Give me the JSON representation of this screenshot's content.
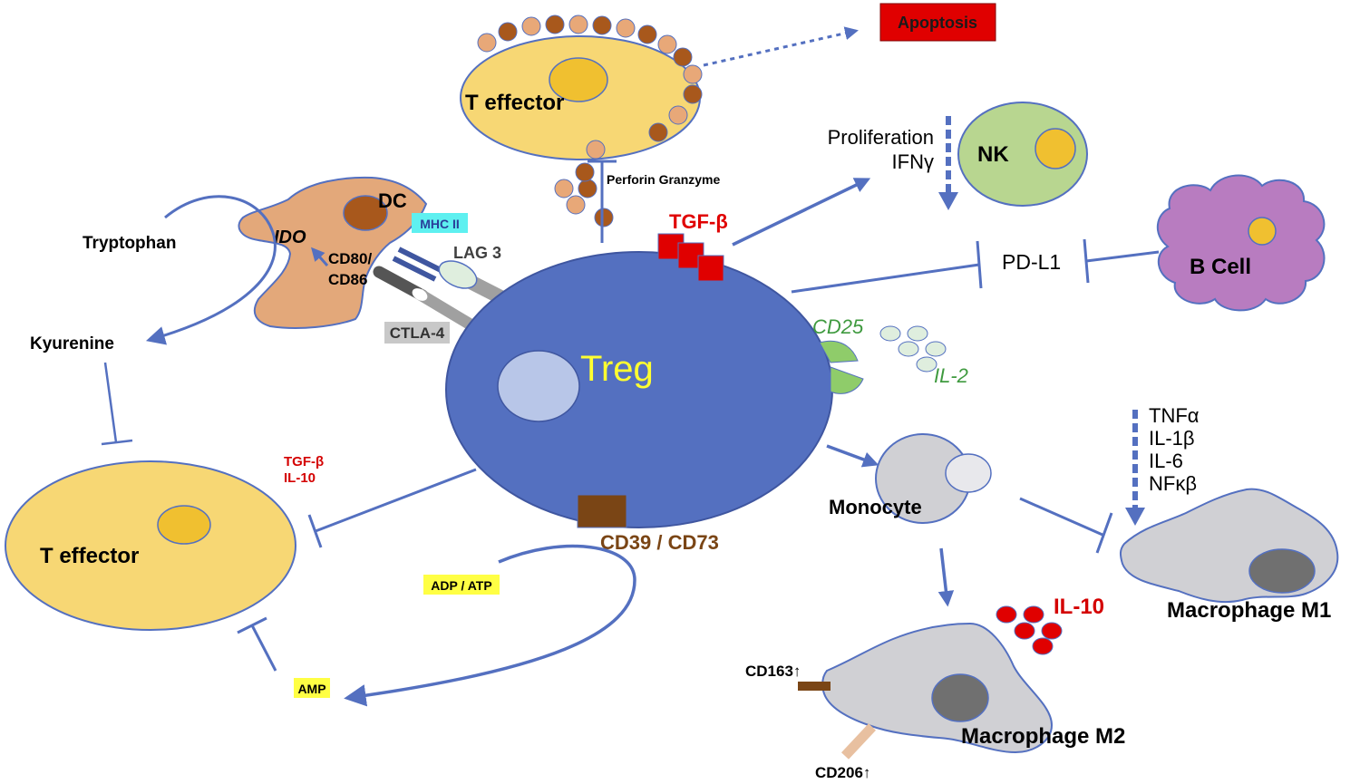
{
  "labels": {
    "apoptosis": "Apoptosis",
    "t_effector_top": "T effector",
    "perforin_granzyme": "Perforin Granzyme",
    "proliferation": "Proliferation",
    "ifn_gamma": "IFNγ",
    "nk": "NK",
    "dc": "DC",
    "ido": "IDO",
    "mhc_ii": "MHC II",
    "lag3": "LAG 3",
    "cd80": "CD80/",
    "cd86": "CD86",
    "ctla4": "CTLA-4",
    "tryptophan": "Tryptophan",
    "kyurenine": "Kyurenine",
    "tgf_beta_top": "TGF-β",
    "pd_l1": "PD-L1",
    "b_cell": "B Cell",
    "treg": "Treg",
    "cd25": "CD25",
    "il2": "IL-2",
    "tnf_alpha": "TNFα",
    "il1_beta": "IL-1β",
    "il6": "IL-6",
    "nfkb": "NFκβ",
    "tgf_beta_left": "TGF-β",
    "il10_left": "IL-10",
    "t_effector_bottom": "T effector",
    "monocyte": "Monocyte",
    "macrophage_m1": "Macrophage M1",
    "cd39_cd73": "CD39 / CD73",
    "adp_atp": "ADP / ATP",
    "amp": "AMP",
    "il10_right": "IL-10",
    "cd163": "CD163↑",
    "macrophage_m2": "Macrophage M2",
    "cd206": "CD206↑"
  },
  "colors": {
    "treg": "#5470c0",
    "t_effector": "#f7d774",
    "nucleus_yellow": "#f0c030",
    "granule": "#a8581c",
    "granule_light": "#e8a878",
    "dc": "#e3a87a",
    "nk": "#b8d690",
    "b_cell": "#b87cc0",
    "macrophage": "#d0d0d4",
    "arrow": "#5470c0",
    "red": "#d40000",
    "brown": "#7a4515",
    "green_text": "#3f9a3f",
    "highlight_yellow": "#ffff44",
    "highlight_cyan": "#5ef0f0"
  }
}
